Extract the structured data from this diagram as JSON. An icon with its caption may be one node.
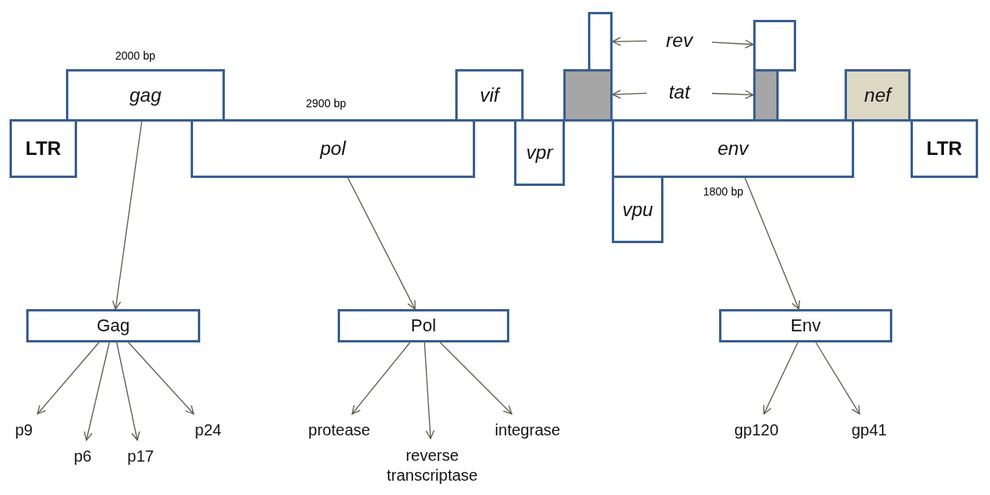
{
  "diagram": {
    "nodes": [
      {
        "text": [],
        "shape": "box"
      },
      {
        "text": [
          "rev"
        ]
      },
      {
        "text": [],
        "shape": "box"
      },
      {
        "text": [
          "gag"
        ],
        "beside": [
          "2000 bp"
        ]
      },
      {
        "text": [
          "vif"
        ]
      },
      {
        "text": [],
        "shape": "box"
      },
      {
        "text": [
          "tat"
        ]
      },
      {
        "text": [],
        "shape": "box"
      },
      {
        "text": [
          "nef"
        ]
      },
      {
        "text": [
          "LTR"
        ]
      },
      {
        "text": [
          "pol"
        ],
        "beside": [
          "2900 bp"
        ]
      },
      {
        "text": [
          "vpr"
        ]
      },
      {
        "text": [
          "env"
        ],
        "beside": [
          "1800 bp"
        ]
      },
      {
        "text": [
          "vpu"
        ]
      },
      {
        "text": [
          "LTR"
        ]
      },
      {
        "text": [
          "Gag"
        ]
      },
      {
        "text": [
          "Pol"
        ]
      },
      {
        "text": [
          "Env"
        ]
      },
      {
        "text": [
          "p9"
        ]
      },
      {
        "text": [
          "p6"
        ]
      },
      {
        "text": [
          "p17"
        ]
      },
      {
        "text": [
          "p24"
        ]
      },
      {
        "text": [
          "protease"
        ]
      },
      {
        "text": [
          "reverse transcriptase"
        ]
      },
      {
        "text": [
          "integrase"
        ]
      },
      {
        "text": [
          "gp120"
        ]
      },
      {
        "text": [
          "gp41"
        ]
      }
    ],
    "edges": [
      {
        "from": 1,
        "to": 0,
        "arrow": "to"
      },
      {
        "from": 1,
        "to": 2,
        "arrow": "to"
      },
      {
        "from": 6,
        "to": 5,
        "arrow": "to"
      },
      {
        "from": 6,
        "to": 7,
        "arrow": "to"
      },
      {
        "from": 3,
        "to": 15,
        "arrow": "to"
      },
      {
        "from": 10,
        "to": 16,
        "arrow": "to"
      },
      {
        "from": 12,
        "to": 17,
        "arrow": "to"
      },
      {
        "from": 15,
        "to": 18,
        "arrow": "to"
      },
      {
        "from": 15,
        "to": 19,
        "arrow": "to"
      },
      {
        "from": 15,
        "to": 20,
        "arrow": "to"
      },
      {
        "from": 15,
        "to": 21,
        "arrow": "to"
      },
      {
        "from": 16,
        "to": 22,
        "arrow": "to"
      },
      {
        "from": 16,
        "to": 23,
        "arrow": "to"
      },
      {
        "from": 16,
        "to": 24,
        "arrow": "to"
      },
      {
        "from": 17,
        "to": 25,
        "arrow": "to"
      },
      {
        "from": 17,
        "to": 26,
        "arrow": "to"
      }
    ]
  }
}
